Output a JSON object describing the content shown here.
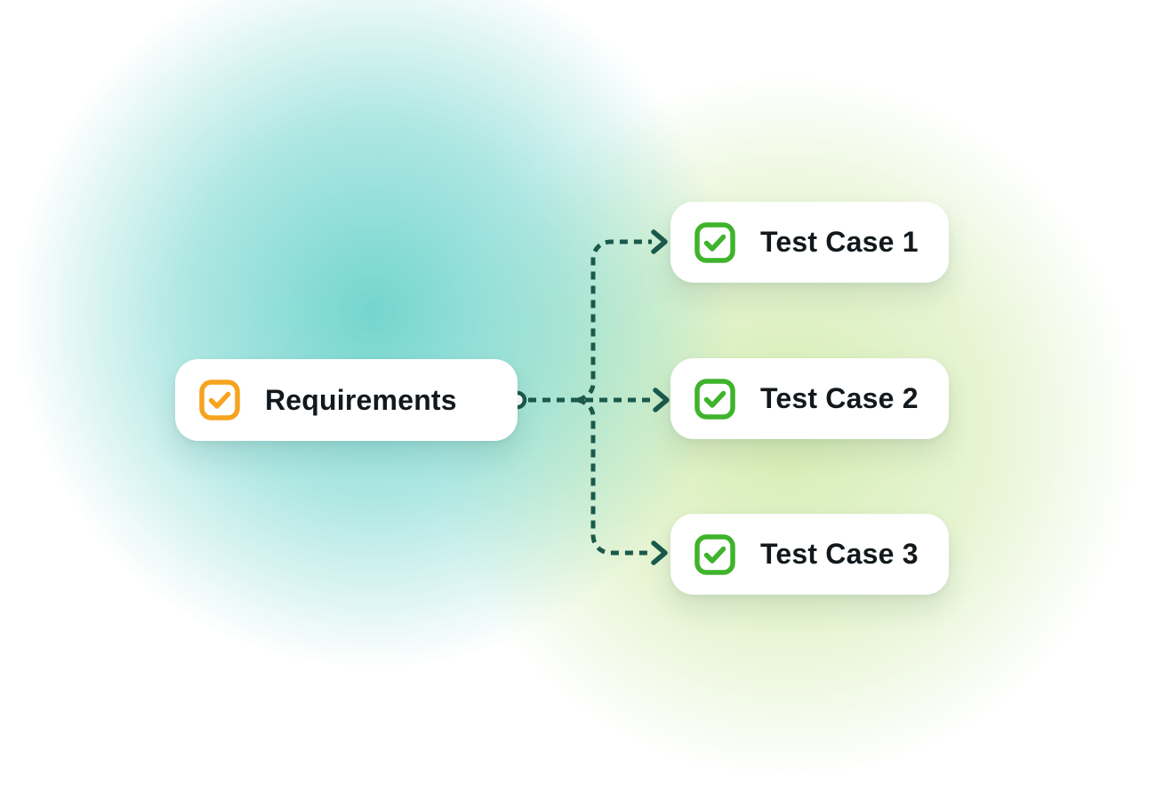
{
  "diagram": {
    "title": "requirements-to-test-cases-mapping",
    "source_node": {
      "label": "Requirements",
      "icon": "checkbox-checked-icon",
      "icon_color": "#F6A41F"
    },
    "target_nodes": [
      {
        "label": "Test Case 1",
        "icon": "checkbox-checked-icon",
        "icon_color": "#3FB32B"
      },
      {
        "label": "Test Case 2",
        "icon": "checkbox-checked-icon",
        "icon_color": "#3FB32B"
      },
      {
        "label": "Test Case 3",
        "icon": "checkbox-checked-icon",
        "icon_color": "#3FB32B"
      }
    ],
    "connections": [
      {
        "from": "Requirements",
        "to": "Test Case 1",
        "style": "dashed-arrow"
      },
      {
        "from": "Requirements",
        "to": "Test Case 2",
        "style": "dashed-arrow"
      },
      {
        "from": "Requirements",
        "to": "Test Case 3",
        "style": "dashed-arrow"
      }
    ]
  },
  "colors": {
    "connector-color": "#1A5A4C",
    "checkbox-orange": "#F6A41F",
    "checkbox-green": "#3FB32B",
    "card-bg": "#FFFFFF",
    "text-color": "#12181B",
    "bg-glow-teal": "#65D1C9",
    "bg-glow-green": "#CCE9A3"
  }
}
